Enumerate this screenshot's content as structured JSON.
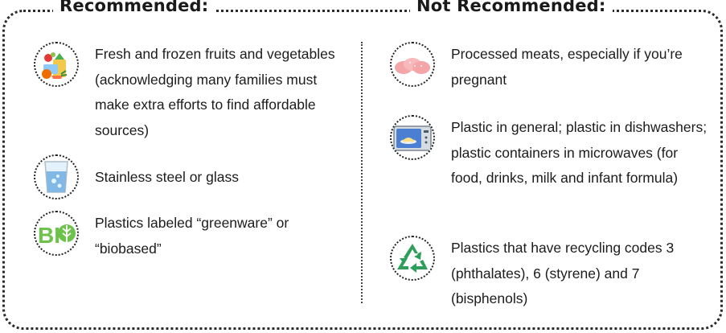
{
  "recommended": {
    "heading": "Recommended:",
    "items": [
      {
        "icon": "fruits-vegetables-icon",
        "text": "Fresh and frozen fruits and vegetables (acknowledging many families must make extra efforts to find affordable sources)"
      },
      {
        "icon": "glass-icon",
        "text": "Stainless steel or glass"
      },
      {
        "icon": "bio-leaf-icon",
        "text": "Plastics labeled “greenware” or “biobased”",
        "icon_text": "BI"
      }
    ]
  },
  "not_recommended": {
    "heading": "Not Recommended:",
    "items": [
      {
        "icon": "processed-meat-icon",
        "text": "Processed meats, especially if you’re pregnant"
      },
      {
        "icon": "microwave-icon",
        "text": "Plastic in general; plastic in dishwashers; plastic containers in microwaves (for food, drinks, milk and infant formula)"
      },
      {
        "icon": "recycling-icon",
        "text": "Plastics that have recycling codes 3 (phthalates), 6 (styrene) and 7 (bisphenols)"
      }
    ]
  },
  "colors": {
    "text": "#1c1c1c",
    "border": "#2a2a2a",
    "bio_green": "#6cc24a",
    "recycle_green": "#2e9e5b",
    "meat_pink": "#f4a5a8",
    "microwave_blue": "#4b7fd1"
  }
}
